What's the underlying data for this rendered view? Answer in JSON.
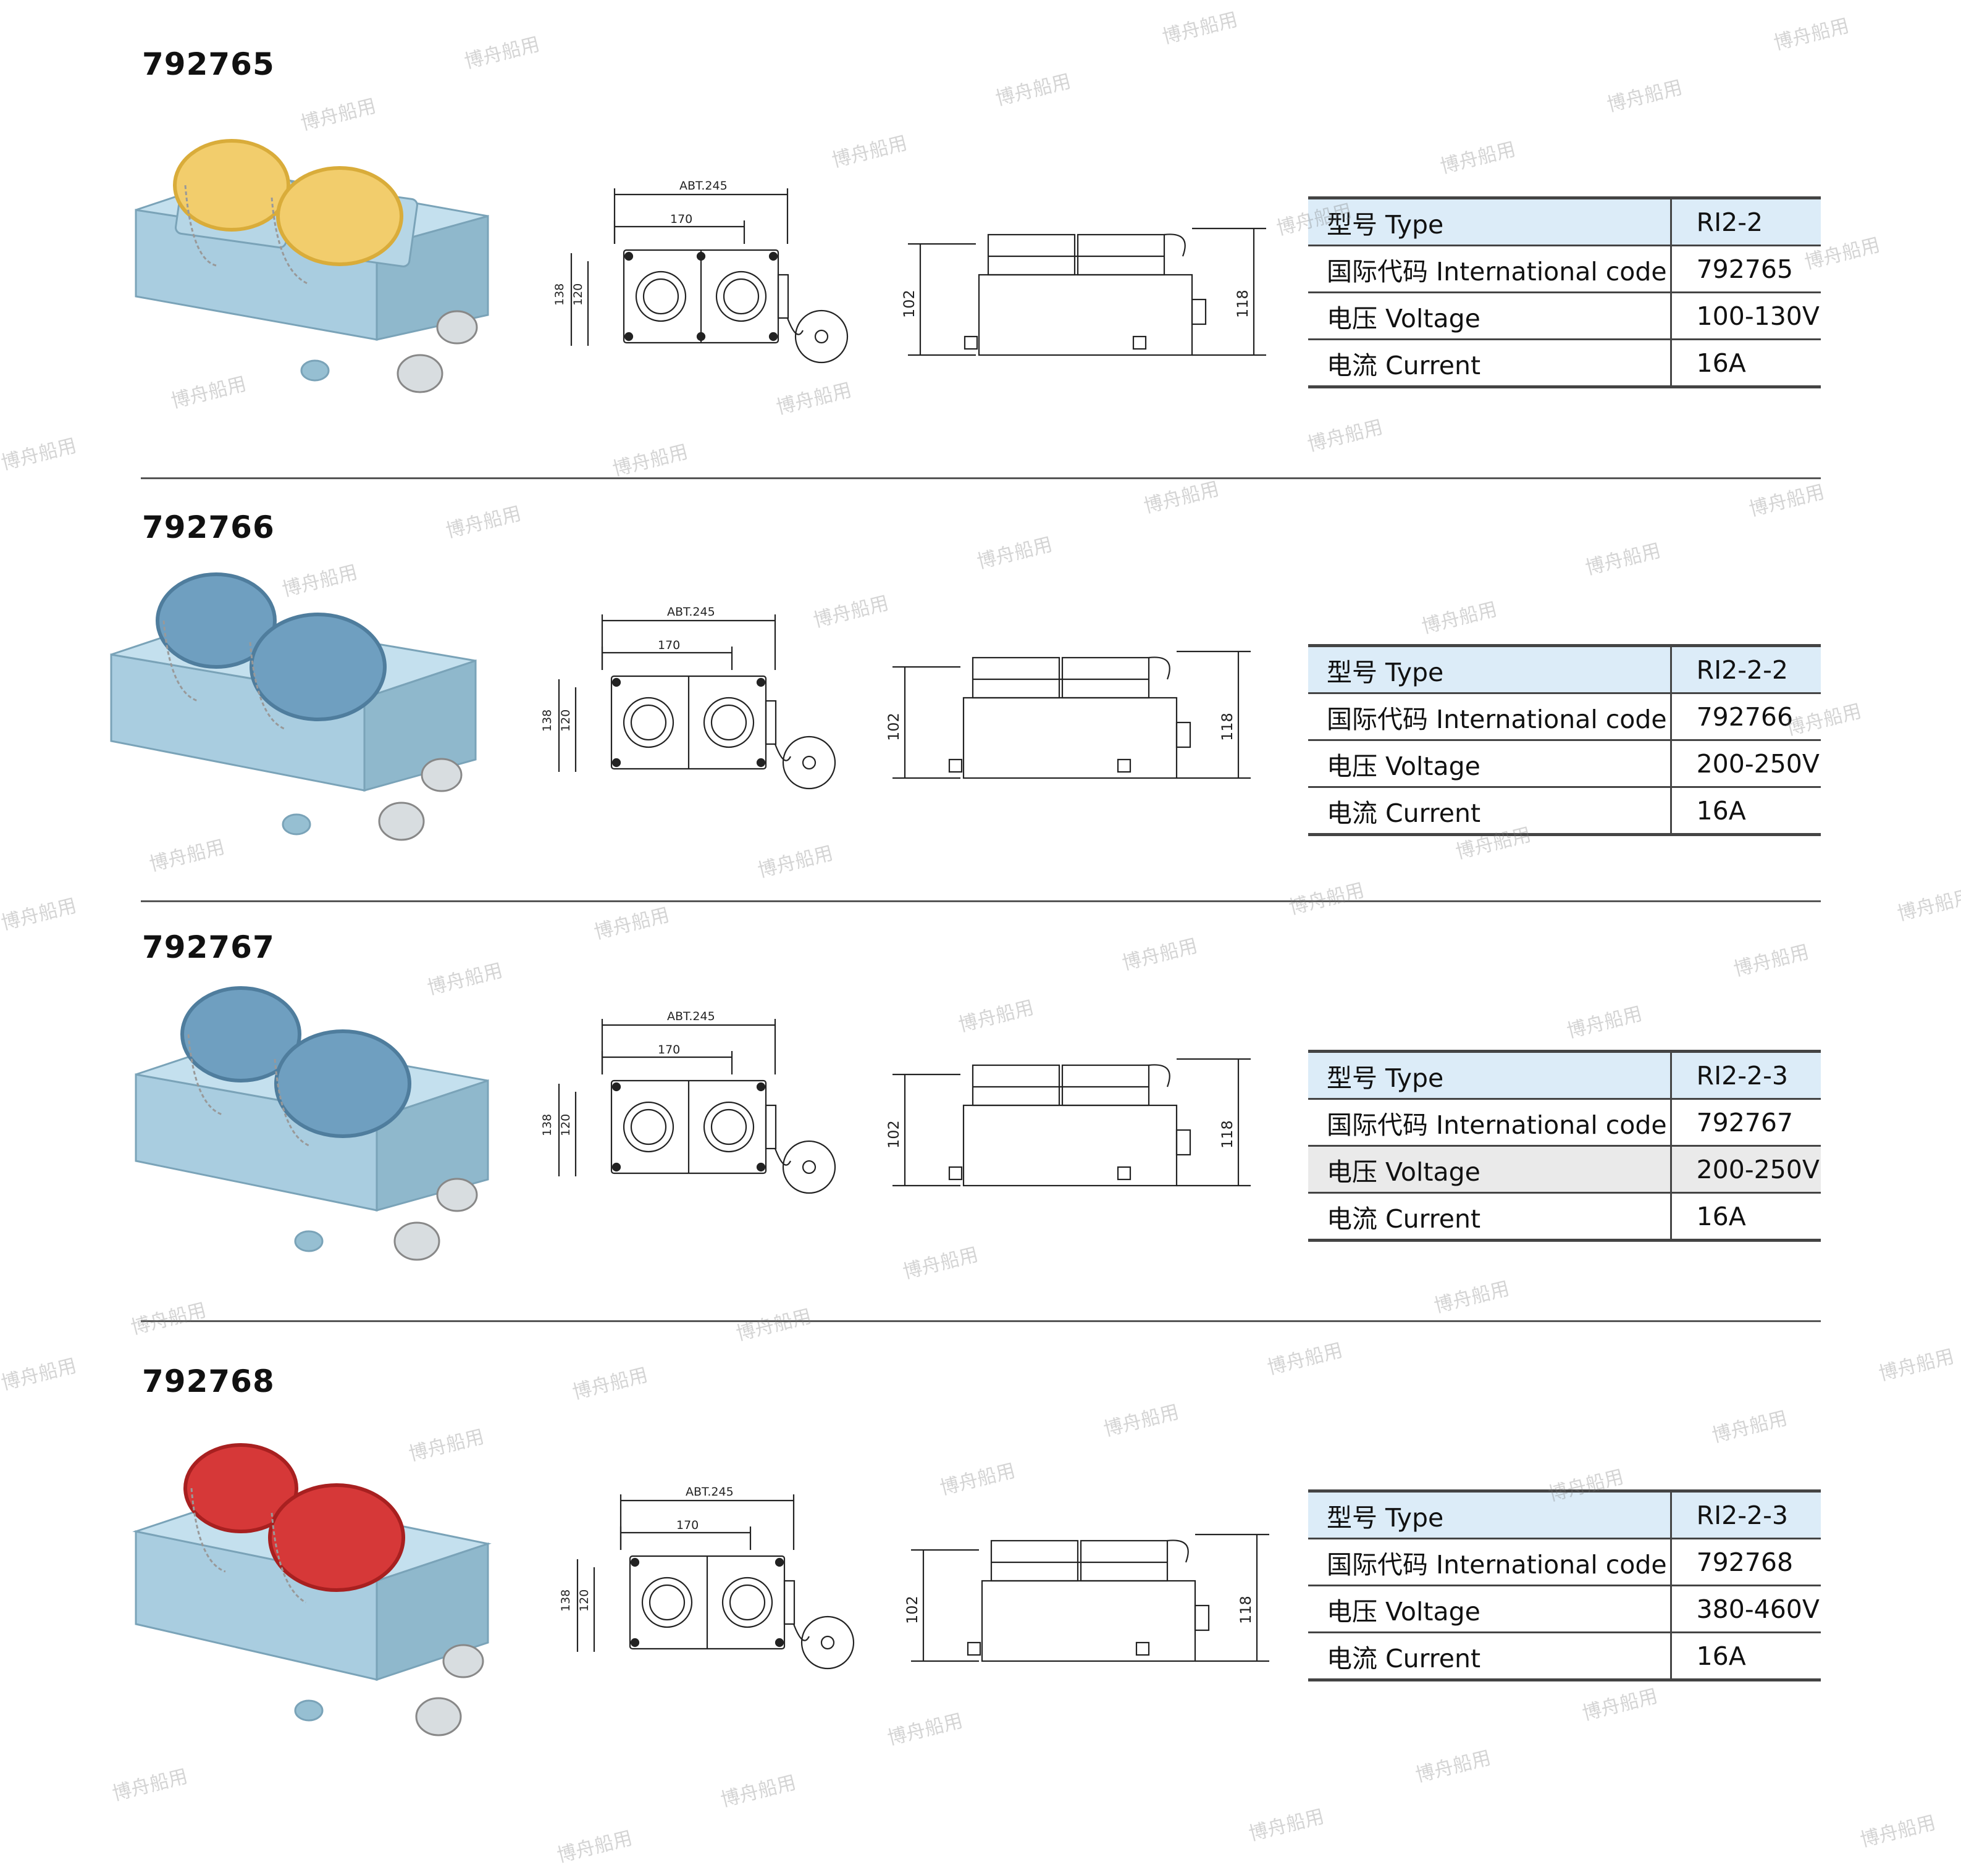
{
  "watermark": "博舟船用",
  "drawing_labels": {
    "overall_width": "ABT.245",
    "inner_width": "170",
    "outer_height": "138",
    "inner_height": "120",
    "side_height_low": "102",
    "side_height_high": "118"
  },
  "products": [
    {
      "code": "792765",
      "cap_color": "#f2cd6c",
      "cap_shade": "#d9ac3a",
      "specs": [
        {
          "label": "型号 Type",
          "value": "RI2-2"
        },
        {
          "label": "国际代码 International code",
          "value": "792765"
        },
        {
          "label": "电压 Voltage",
          "value": "100-130V"
        },
        {
          "label": "电流 Current",
          "value": "16A"
        }
      ]
    },
    {
      "code": "792766",
      "cap_color": "#6f9fc0",
      "cap_shade": "#4f7d9d",
      "specs": [
        {
          "label": "型号 Type",
          "value": "RI2-2-2"
        },
        {
          "label": "国际代码 International code",
          "value": "792766"
        },
        {
          "label": "电压 Voltage",
          "value": "200-250V"
        },
        {
          "label": "电流 Current",
          "value": "16A"
        }
      ]
    },
    {
      "code": "792767",
      "cap_color": "#6f9fc0",
      "cap_shade": "#4f7d9d",
      "specs": [
        {
          "label": "型号 Type",
          "value": "RI2-2-3"
        },
        {
          "label": "国际代码 International code",
          "value": "792767"
        },
        {
          "label": "电压 Voltage",
          "value": "200-250V"
        },
        {
          "label": "电流 Current",
          "value": "16A"
        }
      ]
    },
    {
      "code": "792768",
      "cap_color": "#d63838",
      "cap_shade": "#a82020",
      "specs": [
        {
          "label": "型号 Type",
          "value": "RI2-2-3"
        },
        {
          "label": "国际代码 International code",
          "value": "792768"
        },
        {
          "label": "电压 Voltage",
          "value": "380-460V"
        },
        {
          "label": "电流 Current",
          "value": "16A"
        }
      ]
    }
  ]
}
